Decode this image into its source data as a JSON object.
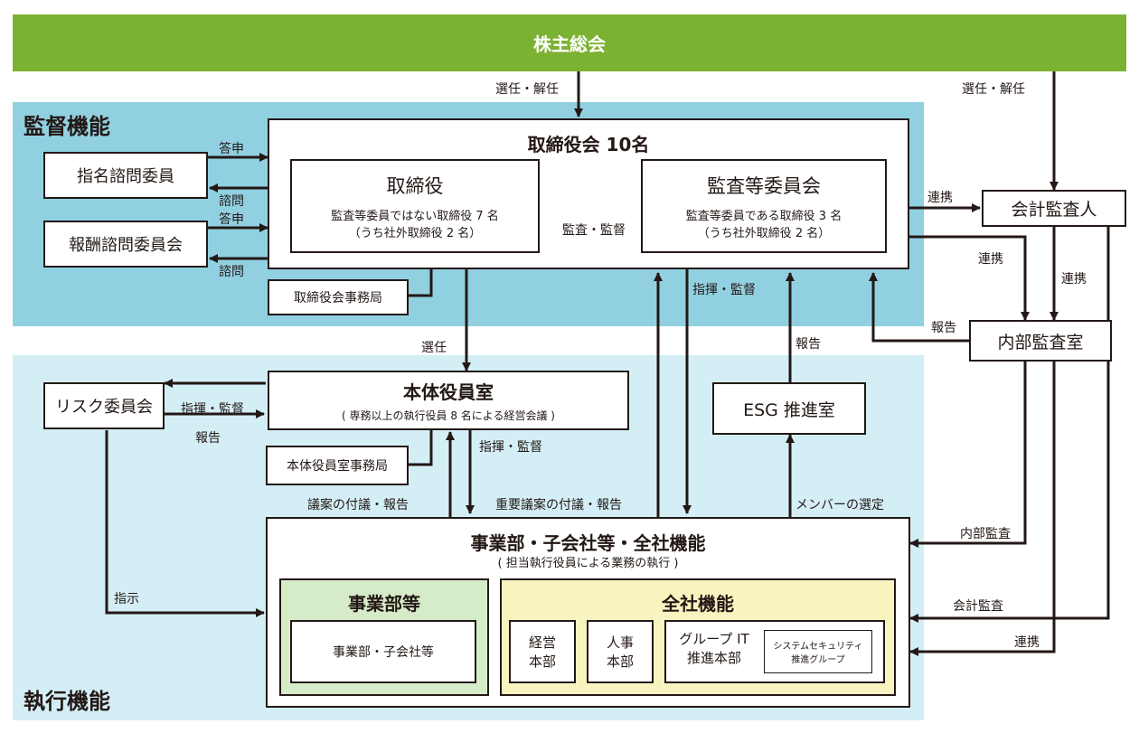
{
  "colors": {
    "shareholders_bg": "#7cb232",
    "supervision_bg": "#91d0e1",
    "execution_bg": "#d4eef6",
    "business_bg": "#d6ebc8",
    "company_bg": "#f8f4c0",
    "line": "#231815"
  },
  "shareholders": "株主総会",
  "zones": {
    "supervision": "監督機能",
    "execution": "執行機能"
  },
  "board": {
    "title": "取締役会 10名",
    "directors": {
      "title": "取締役",
      "line1": "監査等委員ではない取締役 7 名",
      "line2": "（うち社外取締役 2 名）"
    },
    "audit_committee": {
      "title": "監査等委員会",
      "line1": "監査等委員である取締役 3 名",
      "line2": "（うち社外取締役 2 名）"
    }
  },
  "nomination": "指名諮問委員",
  "remuneration": "報酬諮問委員会",
  "board_office": "取締役会事務局",
  "accounting_auditor": "会計監査人",
  "internal_audit": "内部監査室",
  "exec_board": {
    "title": "本体役員室",
    "sub": "( 専務以上の執行役員 8 名による経営会議 )"
  },
  "exec_office": "本体役員室事務局",
  "risk": "リスク委員会",
  "esg": "ESG 推進室",
  "business": {
    "title": "事業部・子会社等・全社機能",
    "sub": "( 担当執行役員による業務の執行 )",
    "divisions": {
      "title": "事業部等",
      "item": "事業部・子会社等"
    },
    "corporate": {
      "title": "全社機能",
      "mgmt": [
        "経営",
        "本部"
      ],
      "hr": [
        "人事",
        "本部"
      ],
      "it": [
        "グループ IT",
        "推進本部"
      ],
      "security": [
        "システムセキュリティ",
        "推進グループ"
      ]
    }
  },
  "labels": {
    "elect_dismiss_top": "選任・解任",
    "elect_dismiss_right": "選任・解任",
    "answer1": "答申",
    "consult1": "諮問",
    "answer2": "答申",
    "consult2": "諮問",
    "audit_supervise": "監査・監督",
    "coop_right": "連携",
    "coop_diag": "連携",
    "coop_vert": "連携",
    "report_ia": "報告",
    "direct_supervise_board": "指揮・監督",
    "elect": "選任",
    "report_esg": "報告",
    "direct_supervise_risk": "指揮・監督",
    "report_risk": "報告",
    "direct_supervise_exec": "指揮・監督",
    "agenda_report": "議案の付議・報告",
    "important_agenda_report": "重要議案の付議・報告",
    "member_selection": "メンバーの選定",
    "instruct": "指示",
    "internal_audit_lbl": "内部監査",
    "accounting_audit_lbl": "会計監査",
    "coop_bottom": "連携"
  }
}
